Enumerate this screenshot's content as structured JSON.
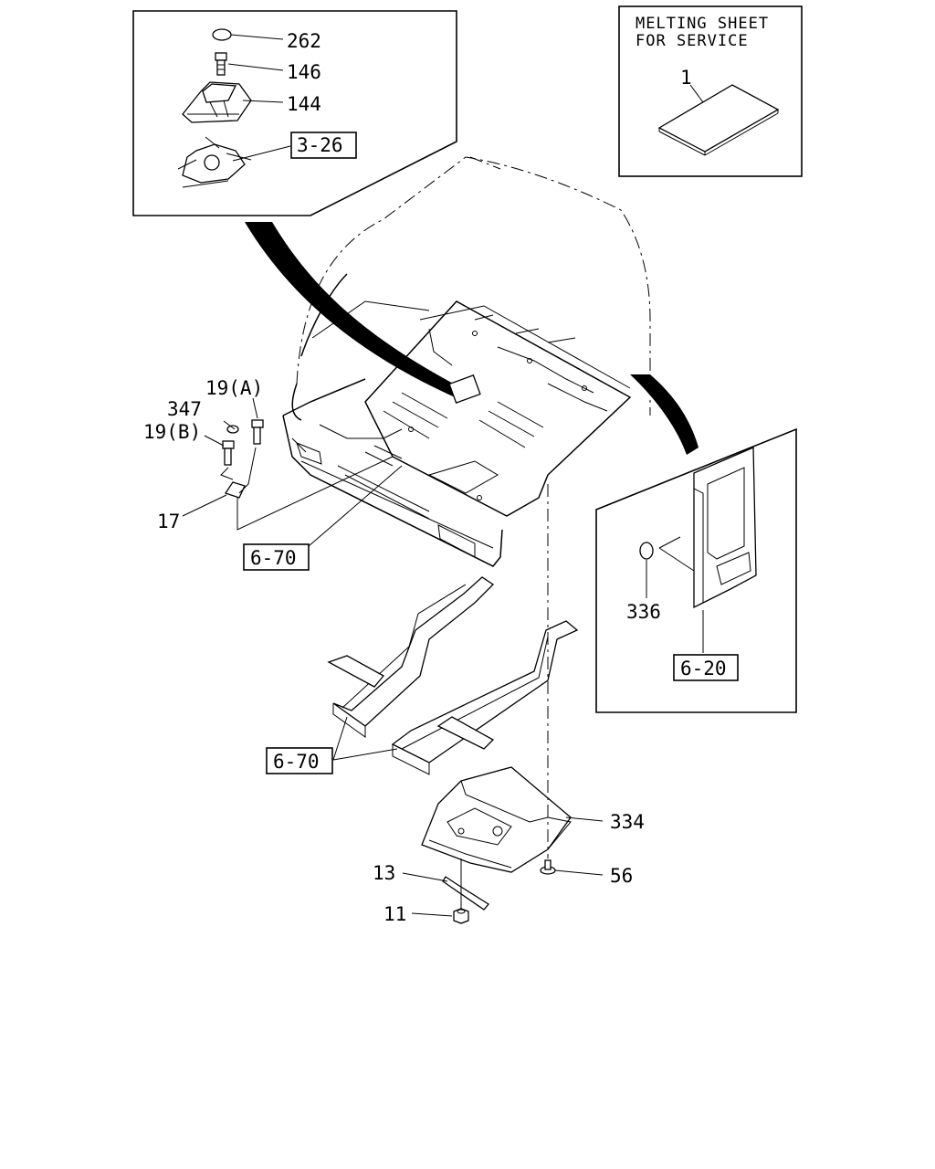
{
  "callouts": {
    "c262": "262",
    "c146": "146",
    "c144": "144",
    "ref_3_26": "3-26",
    "c19a": "19(A)",
    "c347": "347",
    "c19b": "19(B)",
    "c17": "17",
    "ref_6_70_top": "6-70",
    "ref_6_70_bottom": "6-70",
    "c1": "1",
    "c336": "336",
    "ref_6_20": "6-20",
    "c334": "334",
    "c56": "56",
    "c13": "13",
    "c11": "11"
  },
  "melting_sheet": {
    "line1": "MELTING SHEET",
    "line2": "FOR SERVICE"
  }
}
